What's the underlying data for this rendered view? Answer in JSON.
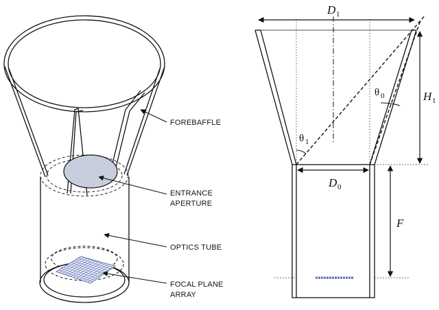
{
  "left_labels": {
    "forebaffle": "FOREBAFFLE",
    "entrance_line1": "ENTRANCE",
    "entrance_line2": "APERTURE",
    "optics_tube": "OPTICS TUBE",
    "focal_line1": "FOCAL PLANE",
    "focal_line2": "ARRAY"
  },
  "right_labels": {
    "d1": "D",
    "d1_sub": "1",
    "d0": "D",
    "d0_sub": "0",
    "h1": "H",
    "h1_sub": "1",
    "f": "F",
    "theta0": "θ",
    "theta0_sub": "0",
    "theta1": "θ",
    "theta1_sub": "1"
  },
  "colors": {
    "aperture_fill": "#c8cede",
    "grid_stroke": "#5a6cb0",
    "line": "#111111"
  }
}
